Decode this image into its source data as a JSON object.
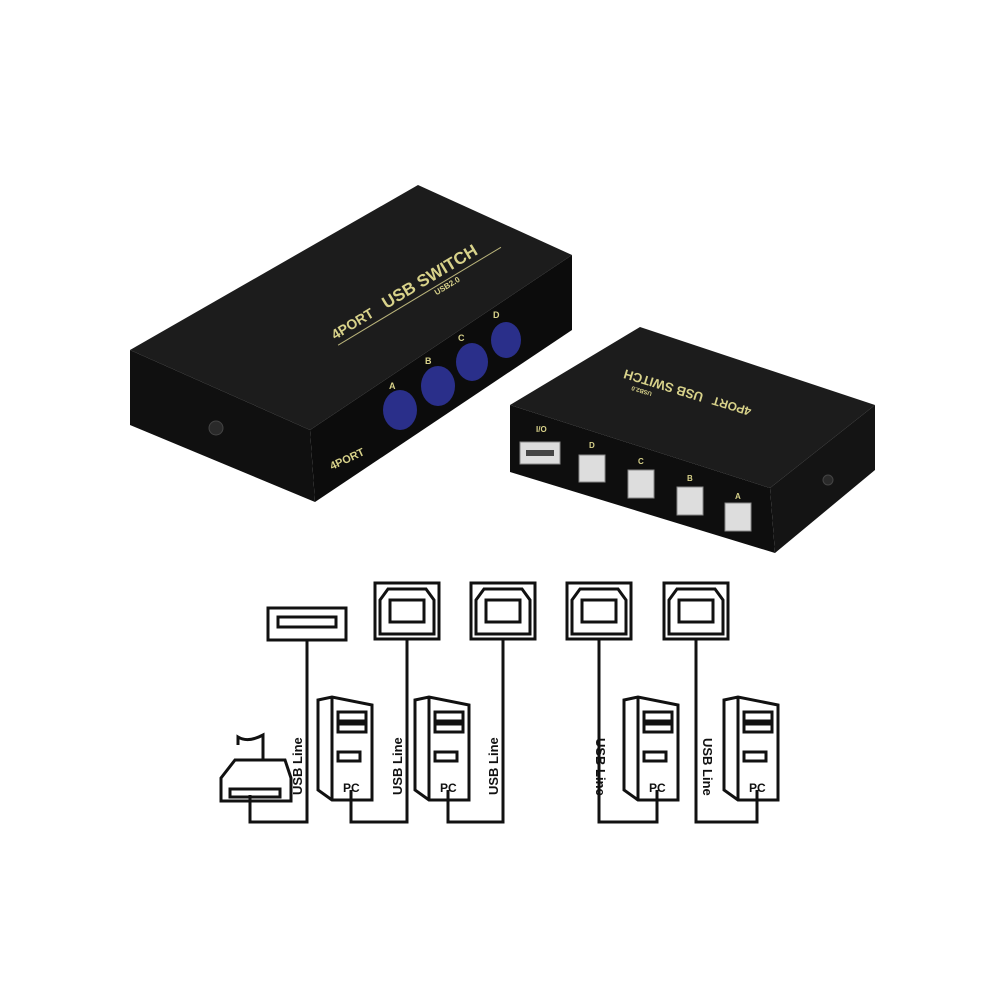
{
  "product": {
    "brand_mark": "4PORT",
    "title": "USB SWITCH",
    "subtitle": "USB2.0",
    "button_labels": [
      "A",
      "B",
      "C",
      "D"
    ],
    "port_labels": [
      "I/O",
      "D",
      "C",
      "B",
      "A"
    ],
    "colors": {
      "case": "#141414",
      "button": "#2a2f8a",
      "label": "#d8d28a"
    }
  },
  "diagram": {
    "cable_label": "USB Line",
    "pc_label": "PC",
    "devices": [
      "printer",
      "PC",
      "PC",
      "PC",
      "PC"
    ]
  }
}
